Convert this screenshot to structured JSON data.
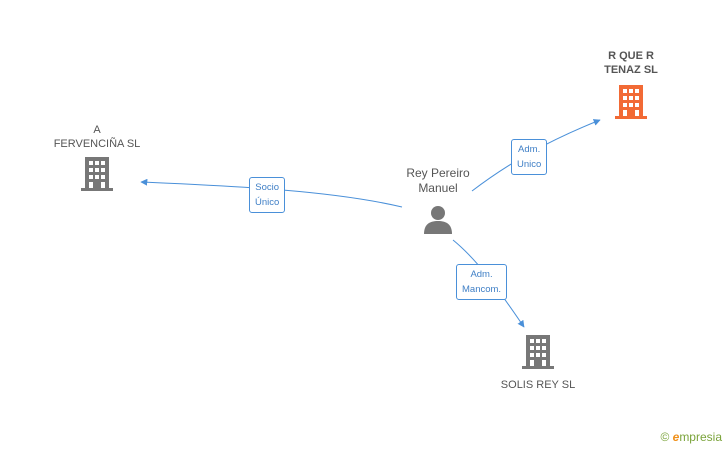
{
  "person": {
    "name_line1": "Rey Pereiro",
    "name_line2": "Manuel"
  },
  "companies": {
    "fervencina": {
      "line1": "A",
      "line2": "FERVENCIÑA SL"
    },
    "rquer": {
      "line1": "R QUE R",
      "line2": "TENAZ SL"
    },
    "solis": {
      "line1": "SOLIS REY SL"
    }
  },
  "relations": {
    "socio": {
      "line1": "Socio",
      "line2": "Único"
    },
    "adm_unico": {
      "line1": "Adm.",
      "line2": "Unico"
    },
    "adm_mancom": {
      "line1": "Adm.",
      "line2": "Mancom."
    }
  },
  "brand": {
    "copyright": "©",
    "initial": "e",
    "rest": "mpresia"
  },
  "colors": {
    "edge": "#4a90d9",
    "building": "#777777",
    "building_highlight": "#f26a35",
    "person": "#777777"
  },
  "icons": {
    "person": "person-icon",
    "building": "building-icon"
  }
}
